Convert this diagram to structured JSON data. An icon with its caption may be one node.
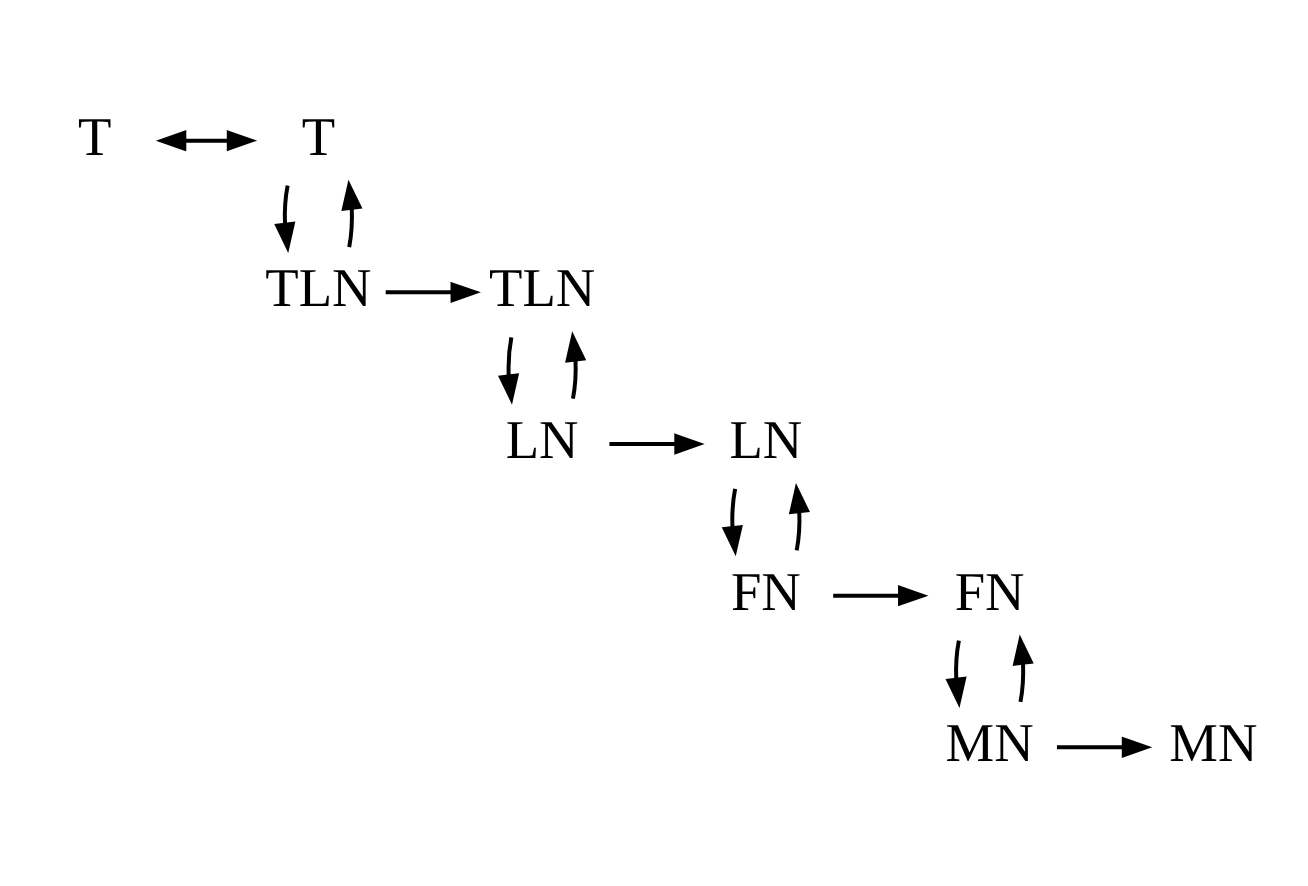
{
  "diagram": {
    "nodes": [
      {
        "text": [
          "T"
        ]
      },
      {
        "text": [
          "T"
        ]
      },
      {
        "text": [
          "TLN"
        ]
      },
      {
        "text": [
          "TLN"
        ]
      },
      {
        "text": [
          "LN"
        ]
      },
      {
        "text": [
          "LN"
        ]
      },
      {
        "text": [
          "FN"
        ]
      },
      {
        "text": [
          "FN"
        ]
      },
      {
        "text": [
          "MN"
        ]
      },
      {
        "text": [
          "MN"
        ]
      }
    ],
    "edges": [
      {
        "from": 0,
        "to": 1,
        "arrow": "both"
      },
      {
        "from": 1,
        "to": 2,
        "arrow": "to"
      },
      {
        "from": 2,
        "to": 1,
        "arrow": "to"
      },
      {
        "from": 2,
        "to": 3,
        "arrow": "to"
      },
      {
        "from": 3,
        "to": 4,
        "arrow": "to"
      },
      {
        "from": 4,
        "to": 3,
        "arrow": "to"
      },
      {
        "from": 4,
        "to": 5,
        "arrow": "to"
      },
      {
        "from": 5,
        "to": 6,
        "arrow": "to"
      },
      {
        "from": 6,
        "to": 5,
        "arrow": "to"
      },
      {
        "from": 6,
        "to": 7,
        "arrow": "to"
      },
      {
        "from": 7,
        "to": 8,
        "arrow": "to"
      },
      {
        "from": 8,
        "to": 7,
        "arrow": "to"
      },
      {
        "from": 8,
        "to": 9,
        "arrow": "to"
      }
    ]
  }
}
